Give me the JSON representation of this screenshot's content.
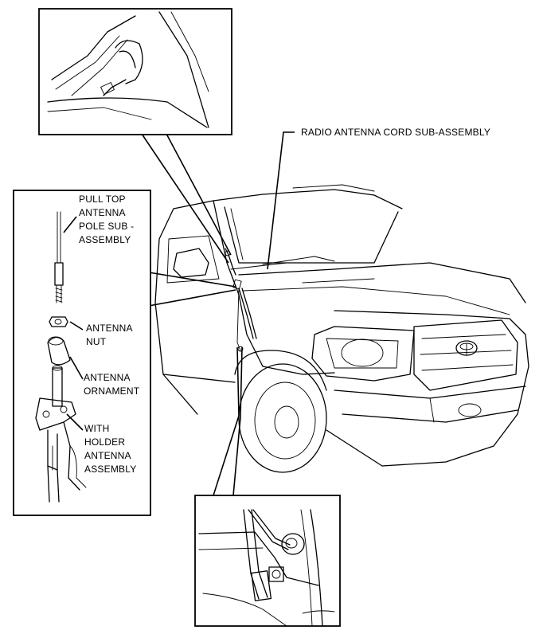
{
  "callouts": {
    "cord": "RADIO ANTENNA CORD SUB-ASSEMBLY",
    "pole": [
      "PULL TOP",
      "ANTENNA",
      "POLE SUB -",
      "ASSEMBLY"
    ],
    "nut": [
      "ANTENNA",
      "NUT"
    ],
    "ornament": [
      "ANTENNA",
      "ORNAMENT"
    ],
    "holder": [
      "WITH",
      "HOLDER",
      "ANTENNA",
      "ASSEMBLY"
    ]
  },
  "logo": "toyota-emblem-icon"
}
